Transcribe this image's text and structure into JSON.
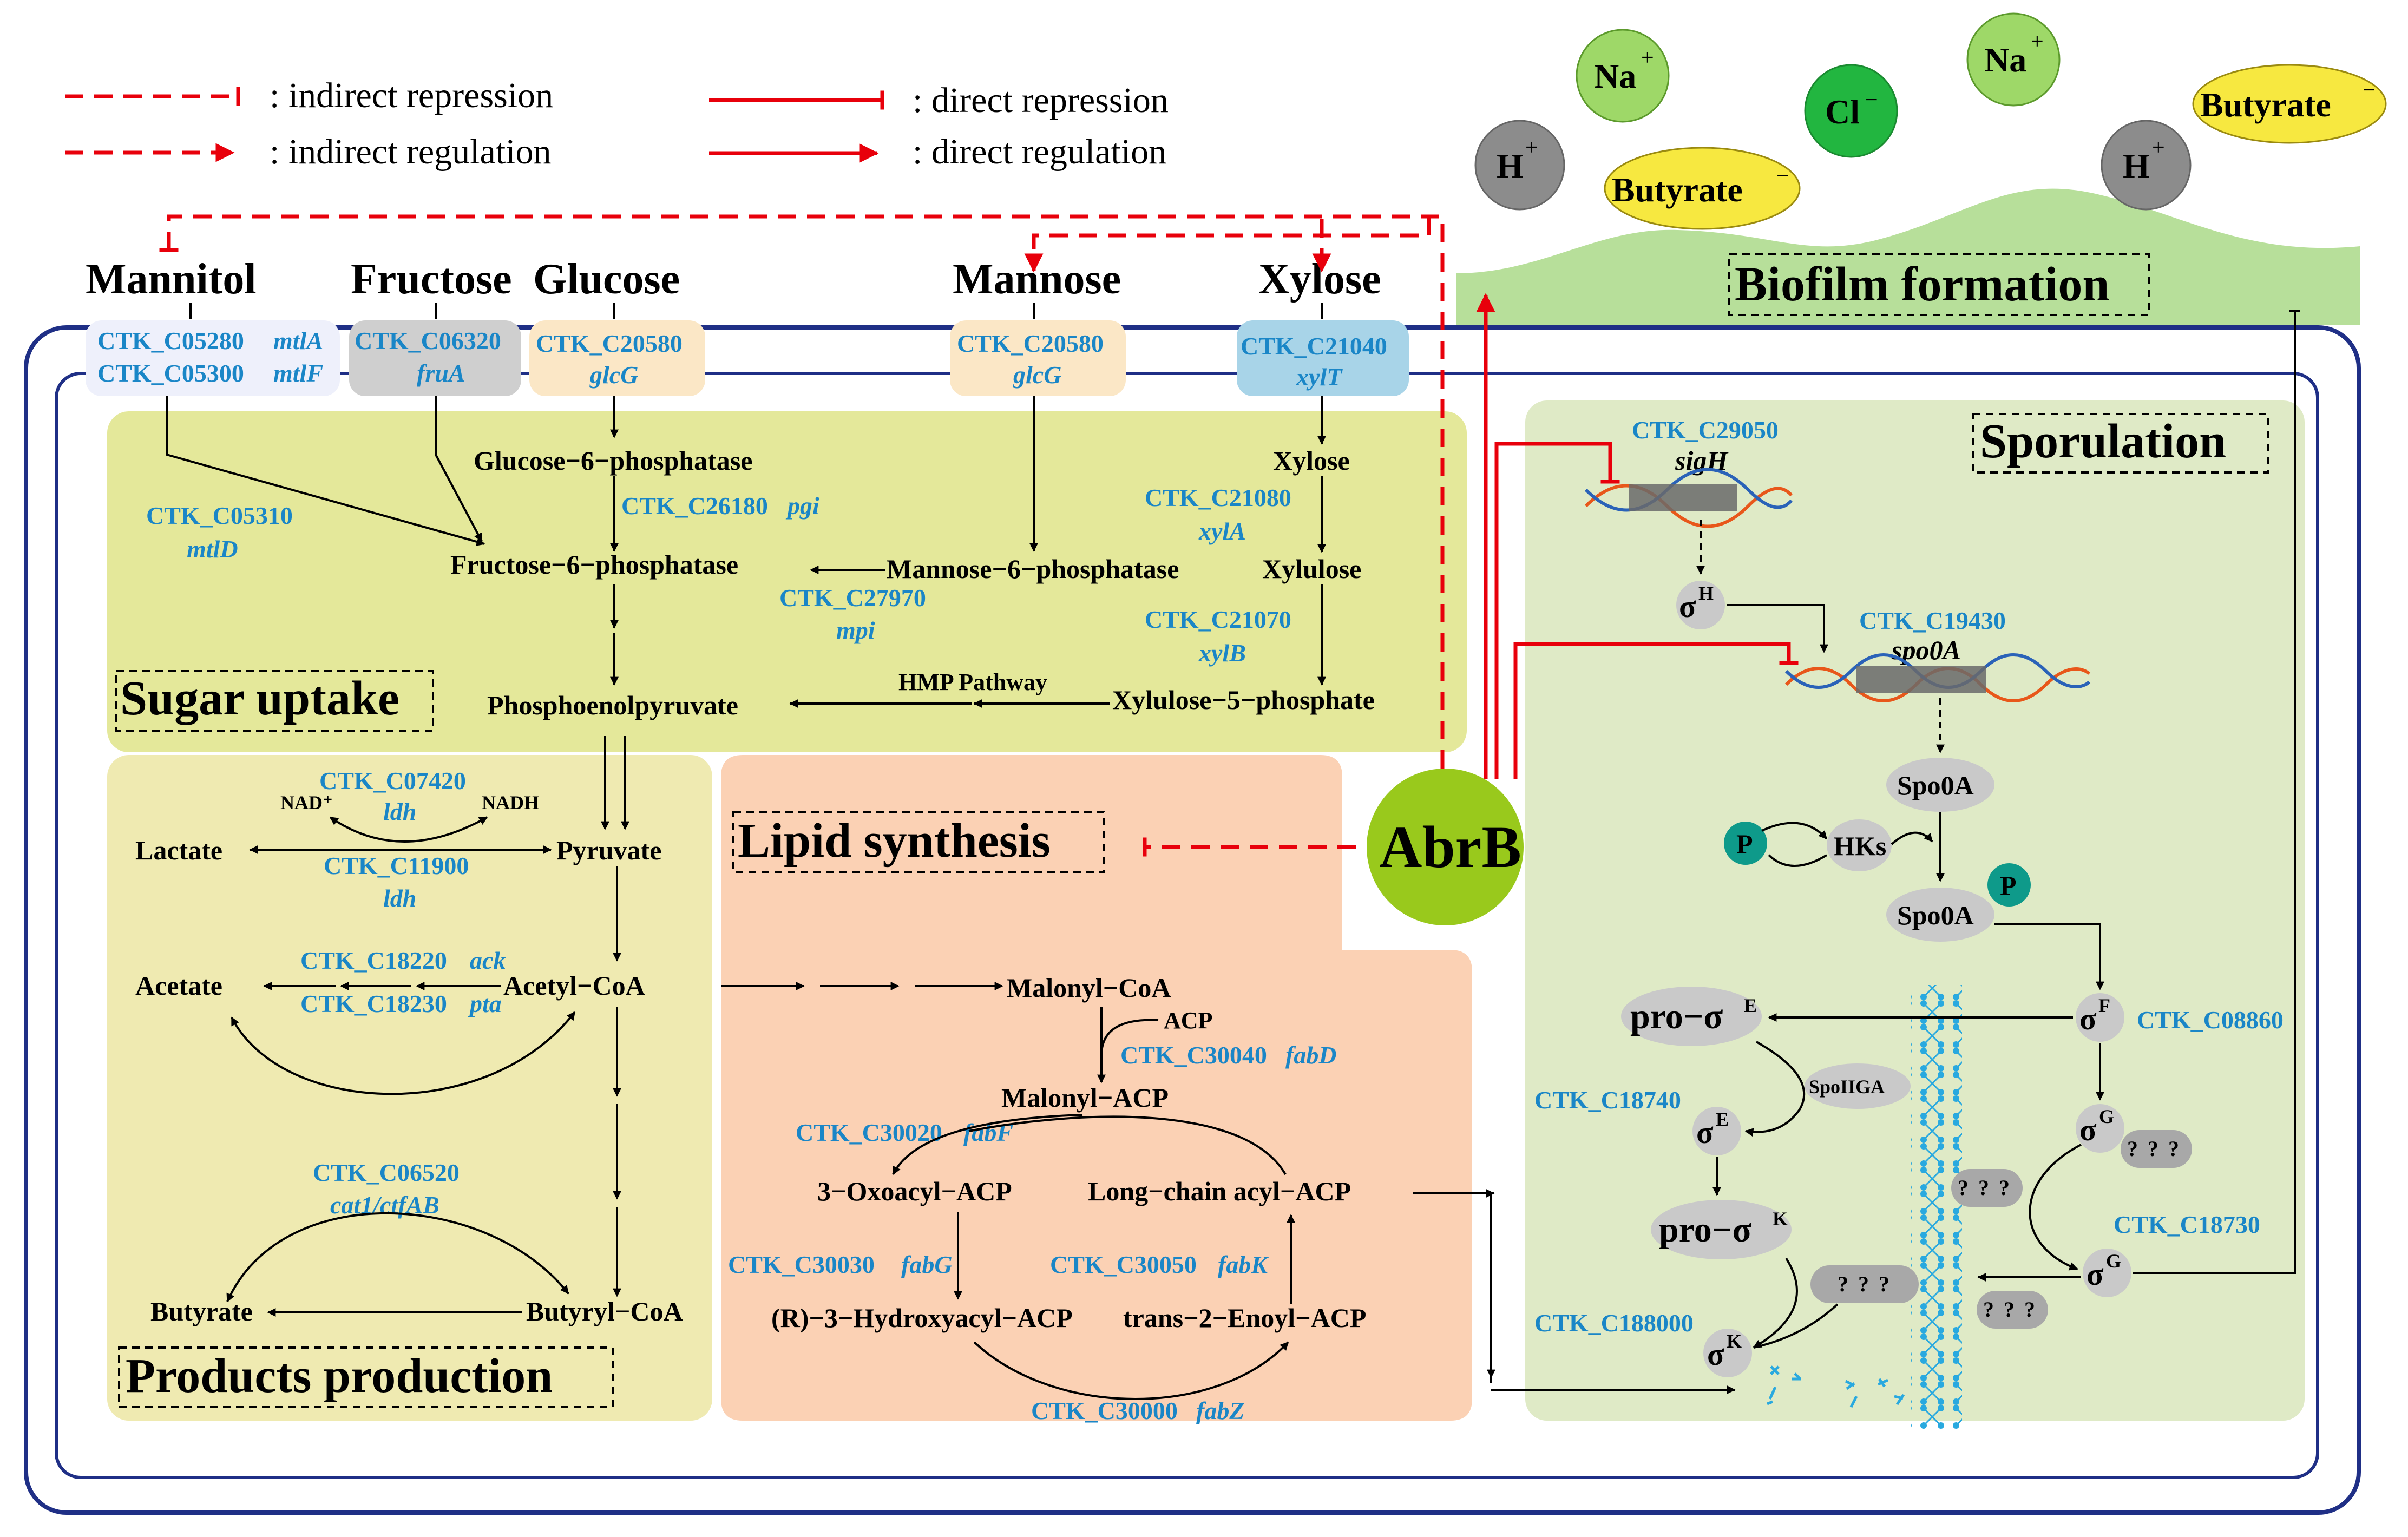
{
  "legend": {
    "indirect_repression": ": indirect repression",
    "indirect_regulation": ": indirect regulation",
    "direct_repression": ": direct repression",
    "direct_regulation": ": direct regulation"
  },
  "sugars": {
    "mannitol": "Mannitol",
    "fructose": "Fructose",
    "glucose": "Glucose",
    "mannose": "Mannose",
    "xylose": "Xylose"
  },
  "transporters": {
    "mannitol_1": "CTK_C05280",
    "mannitol_1_gene": "mtlA",
    "mannitol_2": "CTK_C05300",
    "mannitol_2_gene": "mtlF",
    "fructose": "CTK_C06320",
    "fructose_gene": "fruA",
    "glucose": "CTK_C20580",
    "glucose_gene": "glcG",
    "mannose": "CTK_C20580",
    "mannose_gene": "glcG",
    "xylose": "CTK_C21040",
    "xylose_gene": "xylT"
  },
  "sections": {
    "sugar_uptake": "Sugar uptake",
    "products_production": "Products production",
    "lipid_synthesis": "Lipid synthesis",
    "sporulation": "Sporulation",
    "biofilm_formation": "Biofilm formation"
  },
  "ions": {
    "na_1": "Na",
    "na_1_sup": "+",
    "cl": "Cl",
    "cl_sup": "−",
    "na_2": "Na",
    "na_2_sup": "+",
    "butyrate_1": "Butyrate",
    "butyrate_1_sup": "−",
    "h_1": "H",
    "h_1_sup": "+",
    "butyrate_2": "Butyrate",
    "butyrate_2_sup": "−",
    "h_2": "H",
    "h_2_sup": "+"
  },
  "sugar_uptake": {
    "glucose_6_phosphatase": "Glucose−6−phosphatase",
    "pgi_id": "CTK_C26180",
    "pgi_gene": "pgi",
    "mtld_id": "CTK_C05310",
    "mtld_gene": "mtlD",
    "fructose_6_phosphatase": "Fructose−6−phosphatase",
    "mannose_6_phosphatase": "Mannose−6−phosphatase",
    "mpi_id": "CTK_C27970",
    "mpi_gene": "mpi",
    "xylose": "Xylose",
    "xyla_id": "CTK_C21080",
    "xyla_gene": "xylA",
    "xylulose": "Xylulose",
    "xylb_id": "CTK_C21070",
    "xylb_gene": "xylB",
    "xylulose_5_phosphate": "Xylulose−5−phosphate",
    "hmp_pathway": "HMP  Pathway",
    "phosphoenolpyruvate": "Phosphoenolpyruvate"
  },
  "products": {
    "ldh1_id": "CTK_C07420",
    "ldh1_gene": "ldh",
    "nad_plus": "NAD⁺",
    "nadh": "NADH",
    "lactate": "Lactate",
    "pyruvate": "Pyruvate",
    "ldh2_id": "CTK_C11900",
    "ldh2_gene": "ldh",
    "ack_id": "CTK_C18220",
    "ack_gene": "ack",
    "pta_id": "CTK_C18230",
    "pta_gene": "pta",
    "acetate": "Acetate",
    "acetyl_coa": "Acetyl−CoA",
    "cat_id": "CTK_C06520",
    "cat_gene": "cat1/ctfAB",
    "butyrate": "Butyrate",
    "butyryl_coa": "Butyryl−CoA"
  },
  "lipid": {
    "malonyl_coa": "Malonyl−CoA",
    "acp": "ACP",
    "fabd_id": "CTK_C30040",
    "fabd_gene": "fabD",
    "malonyl_acp": "Malonyl−ACP",
    "fabf_id": "CTK_C30020",
    "fabf_gene": "fabF",
    "oxoacyl_acp": "3−Oxoacyl−ACP",
    "long_chain_acyl_acp": "Long−chain acyl−ACP",
    "fabg_id": "CTK_C30030",
    "fabg_gene": "fabG",
    "fabk_id": "CTK_C30050",
    "fabk_gene": "fabK",
    "hydroxyacyl_acp": "(R)−3−Hydroxyacyl−ACP",
    "enoyl_acp": "trans−2−Enoyl−ACP",
    "fabz_id": "CTK_C30000",
    "fabz_gene": "fabZ"
  },
  "regulator": {
    "abrb": "AbrB"
  },
  "sporulation": {
    "sigh_id": "CTK_C29050",
    "sigh_gene": "sigH",
    "sigma": "σ",
    "sigma_h_sup": "H",
    "spo0a_id": "CTK_C19430",
    "spo0a_gene": "spo0A",
    "spo0a": "Spo0A",
    "p": "P",
    "hks": "HKs",
    "spo0a_p": "Spo0A",
    "pro": "pro−σ",
    "sup_e": "E",
    "sup_f": "F",
    "sup_g": "G",
    "sup_k": "K",
    "sigf_id": "CTK_C08860",
    "sige_id": "CTK_C18740",
    "spoiiga": "SpoIIGA",
    "qqq": "? ? ?",
    "sigg_id": "CTK_C18730",
    "sigk_id": "CTK_C188000"
  },
  "colors": {
    "gene_blue": "#1a86c7",
    "repression_red": "#e8000b",
    "membrane_navy": "#1f2f86",
    "sugar_uptake_bg": "#e4e89a",
    "products_bg": "#efeab1",
    "lipid_bg": "#fbd1b4",
    "sporulation_bg": "#dfeac6",
    "biofilm_green": "#b7df9a",
    "abrb_green": "#99c91c"
  }
}
